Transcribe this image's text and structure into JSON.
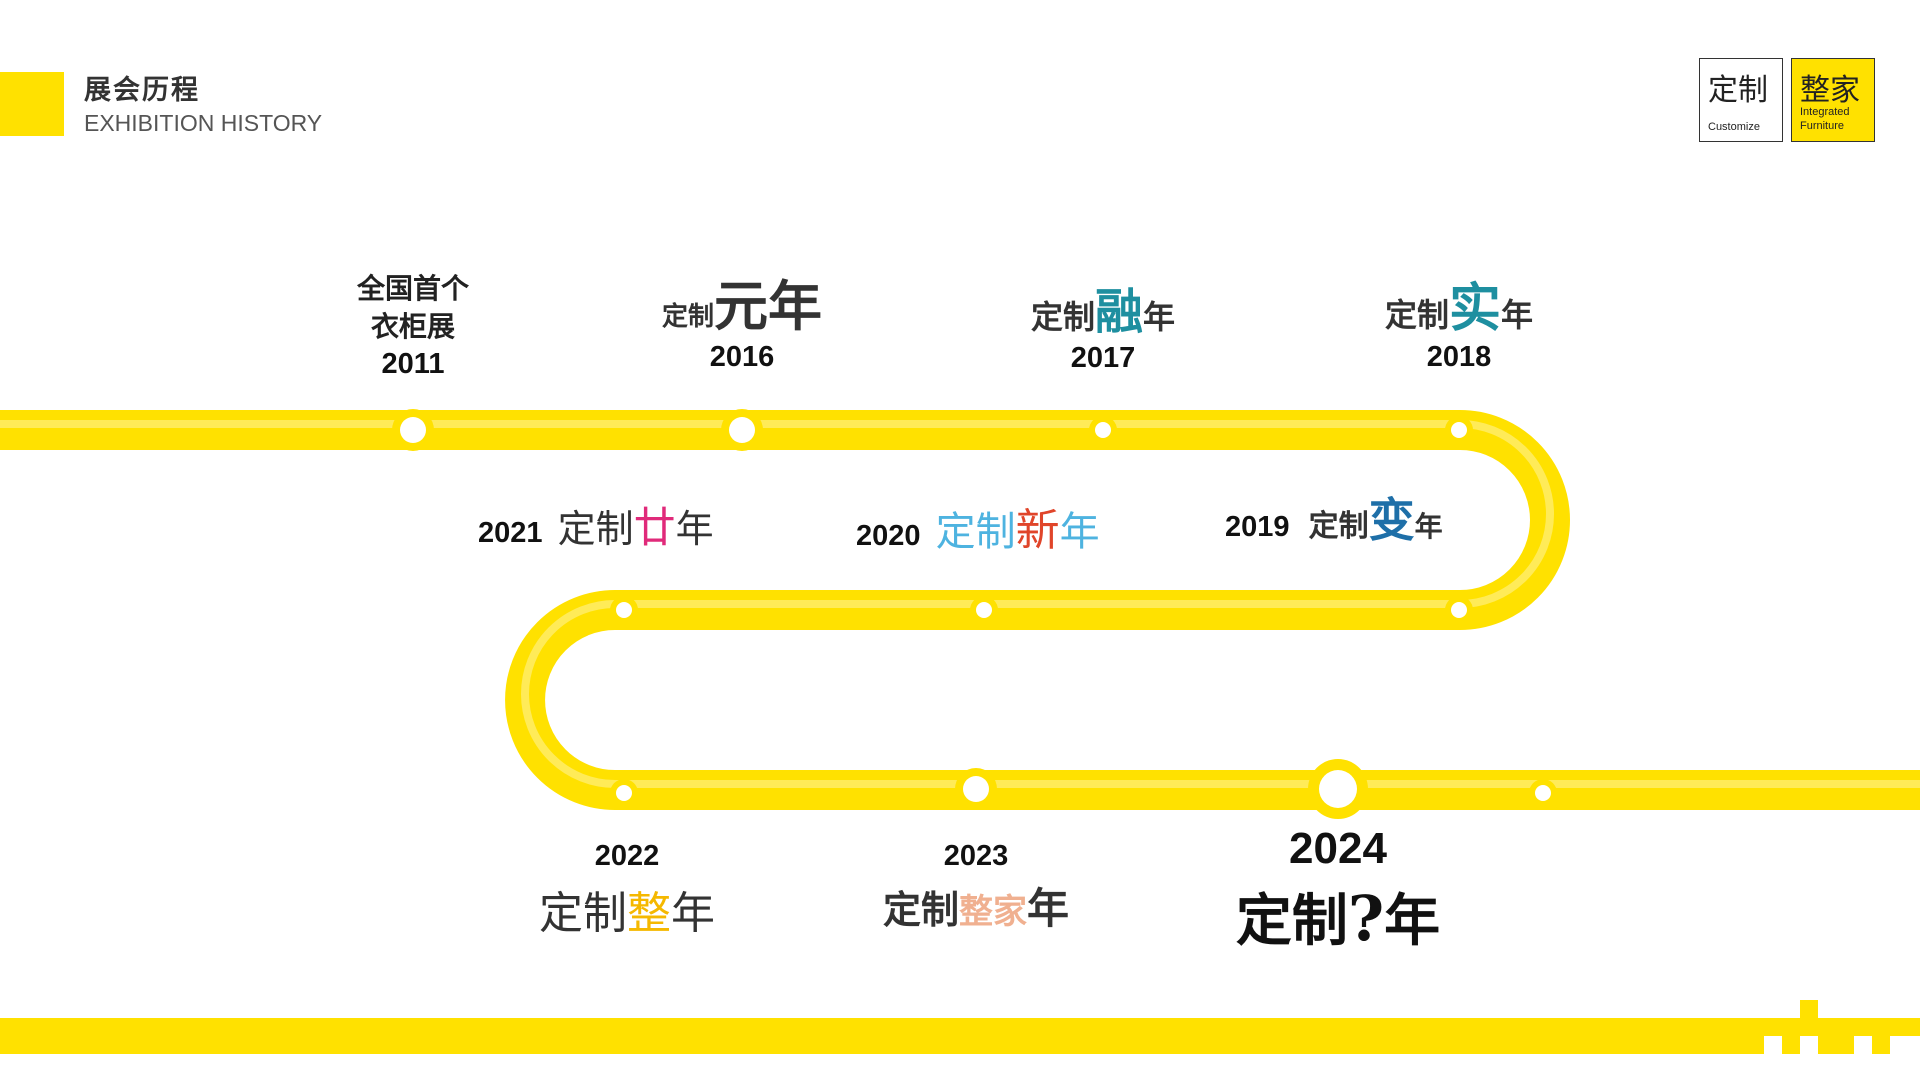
{
  "header": {
    "title_cn": "展会历程",
    "title_en": "EXHIBITION HISTORY"
  },
  "logo": {
    "left_big": "定制",
    "left_small": "Customize",
    "right_big": "整家",
    "right_small_1": "Integrated",
    "right_small_2": "Furniture"
  },
  "colors": {
    "track": "#ffe100",
    "accent_2016": "#333333",
    "accent_2017": "#1e8fa0",
    "accent_2018": "#1e8fa0",
    "accent_2019": "#1e6fa8",
    "accent_2020_xin": "#e0452a",
    "accent_2020_zhi": "#4eb3e0",
    "accent_2021": "#e02a7a",
    "accent_2022": "#f5b800",
    "accent_2023": "#f0b090"
  },
  "milestones": [
    {
      "year": "2011",
      "label_1": "全国首个",
      "label_2": "衣柜展"
    },
    {
      "year": "2016",
      "prefix": "定制",
      "key": "元",
      "suffix": "年"
    },
    {
      "year": "2017",
      "prefix": "定制",
      "key": "融",
      "suffix": "年"
    },
    {
      "year": "2018",
      "prefix": "定制",
      "key": "实",
      "suffix": "年"
    },
    {
      "year": "2019",
      "prefix": "定制",
      "key": "变",
      "suffix": "年"
    },
    {
      "year": "2020",
      "prefix": "定制",
      "key": "新",
      "suffix": "年"
    },
    {
      "year": "2021",
      "prefix": "定制",
      "key": "廿",
      "suffix": "年"
    },
    {
      "year": "2022",
      "prefix": "定制",
      "key": "整",
      "suffix": "年"
    },
    {
      "year": "2023",
      "prefix": "定制",
      "key": "整家",
      "suffix": "年"
    },
    {
      "year": "2024",
      "prefix": "定制",
      "key": "?",
      "suffix": "年"
    }
  ]
}
